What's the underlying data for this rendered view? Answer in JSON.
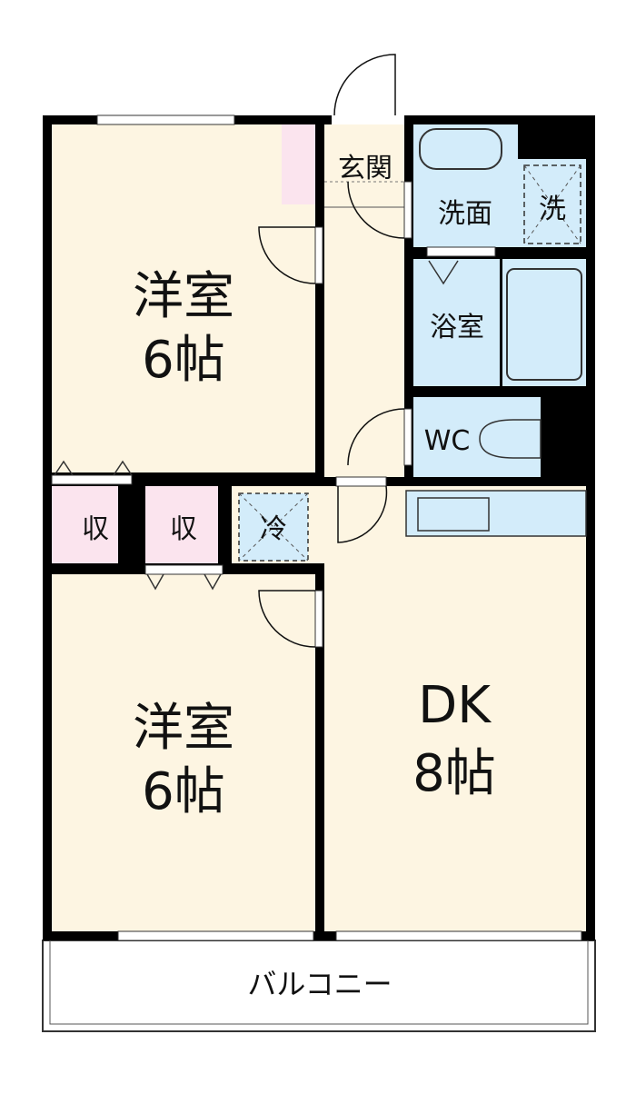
{
  "rooms": {
    "western_room_1": {
      "name": "洋室",
      "size": "6帖"
    },
    "western_room_2": {
      "name": "洋室",
      "size": "6帖"
    },
    "dining_kitchen": {
      "name": "DK",
      "size": "8帖"
    },
    "entrance": "玄関",
    "washroom": "洗面",
    "washer": "洗",
    "bathroom": "浴室",
    "toilet": "WC",
    "closet_1": "収",
    "closet_2": "収",
    "fridge": "冷",
    "balcony": "バルコニー"
  },
  "colors": {
    "floor": "#fdf5e2",
    "wet_area": "#d3ecfa",
    "closet": "#fbe4ee",
    "wall": "#000000"
  }
}
